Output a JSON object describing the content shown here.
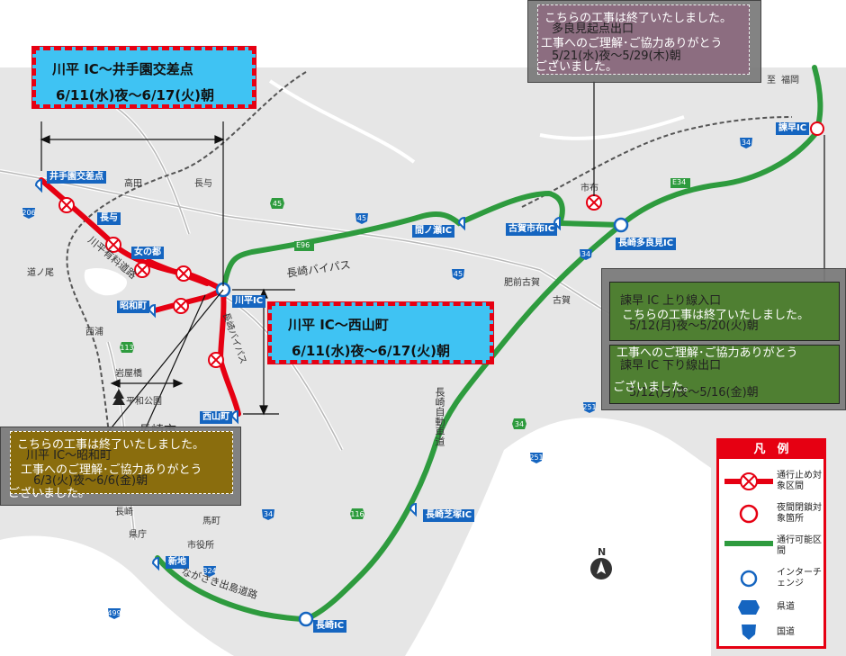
{
  "callouts": {
    "kawahira_ite": {
      "title": "川平 IC～井手園交差点",
      "period": "6/11(水)夜～6/17(火)朝"
    },
    "kawahira_nishiyama": {
      "title": "川平 IC～西山町",
      "period": "6/11(水)夜～6/17(火)朝"
    },
    "tara": {
      "under_title": "多良見起点出口",
      "under_period": "5/21(水)夜～5/29(木)朝",
      "over1": "こちらの工事は終了いたしました。",
      "over2": "工事へのご理解･ご協力ありがとう",
      "over3": "ございました。"
    },
    "isahaya": {
      "under1": "諫早 IC 上り線入口",
      "under2": "5/12(月)夜～5/20(火)朝",
      "under3": "諫早 IC 下り線出口",
      "under4": "5/12(月)夜～5/16(金)朝",
      "over1": "こちらの工事は終了いたしました。",
      "over2": "工事へのご理解･ご協力ありがとう",
      "over3": "ございました。"
    },
    "showa": {
      "under_title": "川平 IC～昭和町",
      "under_period": "6/3(火)夜～6/6(金)朝",
      "over1": "こちらの工事は終了いたしました。",
      "over2": "工事へのご理解･ご協力ありがとう",
      "over3": "ございました。"
    }
  },
  "places": {
    "ite": "井手園交差点",
    "nagayo": "長与",
    "onnanomiyako": "女の都",
    "showamachi": "昭和町",
    "kawahira": "川平IC",
    "nishiyama": "西山町",
    "manose": "間ノ瀬IC",
    "kogaichinofu": "古賀市布IC",
    "nagasaki_tarami": "長崎多良見IC",
    "isahaya_ic": "諫早IC",
    "nagasakishibatsuka": "長崎芝塚IC",
    "nagasaki_ic": "長崎IC",
    "shinchi": "新地",
    "takata": "高田",
    "nagayo_town": "長与",
    "michinoo": "道ノ尾",
    "nishiura": "西浦",
    "iwayabashi": "岩屋橋",
    "heiwa_park": "平和公園",
    "nagasaki_city": "長崎市",
    "nagasaki_station": "長崎",
    "prefecture_office": "県庁",
    "baba": "馬町",
    "city_hall": "市役所",
    "koga": "古賀",
    "hizen_koga": "肥前古賀",
    "ichinuno": "市布",
    "fukuda": "福岡",
    "shibatsuka": "至",
    "nagasaki_bypass": "長崎バイパス",
    "kawahira_toll": "川平有料道路",
    "nagasaki_bypass_v": "長崎バイパス",
    "nagasaki_expwy": "長崎自動車道",
    "nagasaki_dejima": "ながさき出島道路",
    "e96": "E96",
    "e34": "E34"
  },
  "routes": [
    "206",
    "45",
    "45",
    "45",
    "34",
    "34",
    "34",
    "251",
    "251",
    "499",
    "324",
    "113",
    "116"
  ],
  "legend": {
    "title": "凡　例",
    "item1": "通行止め対象区間",
    "item2": "夜間閉鎖対象箇所",
    "item3": "通行可能区間",
    "item4": "インターチェンジ",
    "item5": "県道",
    "item6": "国道"
  },
  "north": "N"
}
